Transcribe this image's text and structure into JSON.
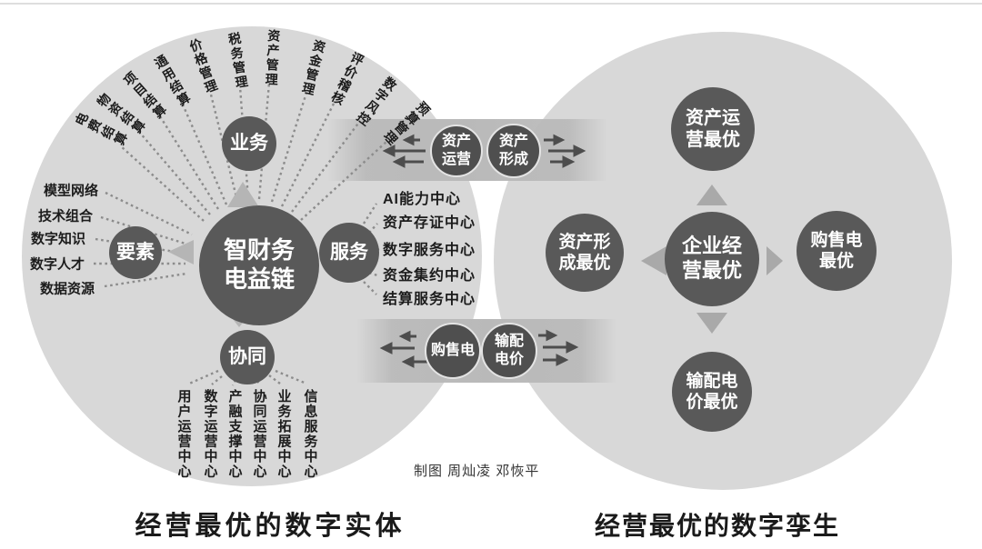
{
  "page": {
    "caption_left": "经营最优的数字实体",
    "caption_right": "经营最优的数字孪生",
    "credit": "制图 周灿凌 邓恢平"
  },
  "left_diagram": {
    "hub": "智财务电益链",
    "nodes": {
      "top": "业务",
      "left": "要素",
      "right": "服务",
      "bottom": "协同"
    },
    "fan_top": [
      "电费结算",
      "物资结算",
      "项目结算",
      "通用结算",
      "价格管理",
      "税务管理",
      "资产管理",
      "资金管理",
      "评价稽核",
      "数字风控",
      "预算管理"
    ],
    "fan_left": [
      "模型网络",
      "技术组合",
      "数字知识",
      "数字人才",
      "数据资源"
    ],
    "fan_right": [
      "AI能力中心",
      "资产存证中心",
      "数字服务中心",
      "资金集约中心",
      "结算服务中心"
    ],
    "fan_bottom": [
      "用户运营中心",
      "数字运营中心",
      "产融支撑中心",
      "协同运营中心",
      "业务拓展中心",
      "信息服务中心"
    ]
  },
  "bridges": {
    "top": {
      "left_node": "资产运营",
      "right_node": "资产形成"
    },
    "bottom": {
      "left_node": "购售电",
      "right_node": "输配电价"
    }
  },
  "right_diagram": {
    "center": "企业经营最优",
    "top": "资产运营最优",
    "left": "资产形成最优",
    "right": "购售电最优",
    "bottom": "输配电价最优"
  },
  "colors": {
    "circle_gray": "#d8d8d8",
    "band_gray": "#b9b9b9",
    "node_dark": "#595959",
    "triangle_gray": "#b5b5b5",
    "arrow_dark": "#4d4d4d"
  }
}
